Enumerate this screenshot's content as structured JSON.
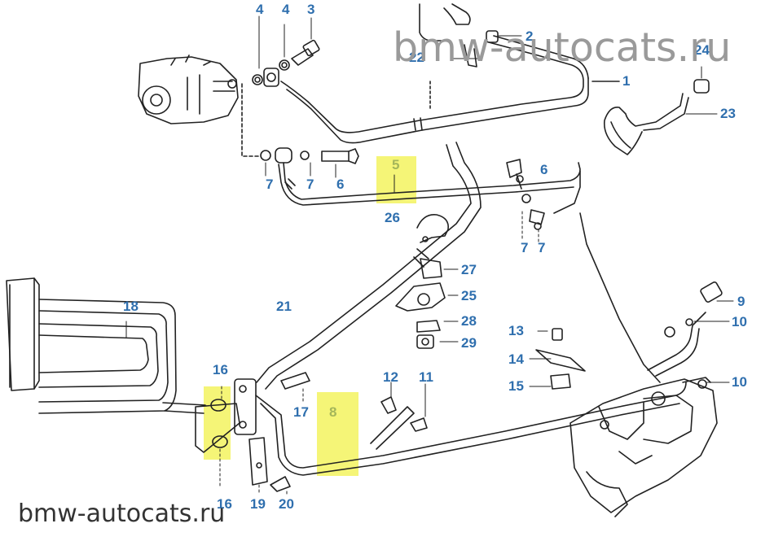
{
  "watermark": {
    "top": "bmw-autocats.ru",
    "bottom": "bmw-autocats.ru"
  },
  "colors": {
    "callout": "#2f6fae",
    "callout_highlighted": "#a4b65a",
    "highlight": "#f1f24a",
    "line": "#222222"
  },
  "callouts": [
    {
      "id": "c-4a",
      "label": "4"
    },
    {
      "id": "c-4b",
      "label": "4"
    },
    {
      "id": "c-3",
      "label": "3"
    },
    {
      "id": "c-2",
      "label": "2"
    },
    {
      "id": "c-22",
      "label": "22"
    },
    {
      "id": "c-24",
      "label": "24"
    },
    {
      "id": "c-1",
      "label": "1"
    },
    {
      "id": "c-23",
      "label": "23"
    },
    {
      "id": "c-5",
      "label": "5"
    },
    {
      "id": "c-6a",
      "label": "6"
    },
    {
      "id": "c-6b",
      "label": "6"
    },
    {
      "id": "c-7a",
      "label": "7"
    },
    {
      "id": "c-7b",
      "label": "7"
    },
    {
      "id": "c-7c",
      "label": "7"
    },
    {
      "id": "c-7d",
      "label": "7"
    },
    {
      "id": "c-26",
      "label": "26"
    },
    {
      "id": "c-27",
      "label": "27"
    },
    {
      "id": "c-25",
      "label": "25"
    },
    {
      "id": "c-28",
      "label": "28"
    },
    {
      "id": "c-29",
      "label": "29"
    },
    {
      "id": "c-18",
      "label": "18"
    },
    {
      "id": "c-21",
      "label": "21"
    },
    {
      "id": "c-9",
      "label": "9"
    },
    {
      "id": "c-10a",
      "label": "10"
    },
    {
      "id": "c-10b",
      "label": "10"
    },
    {
      "id": "c-13",
      "label": "13"
    },
    {
      "id": "c-14",
      "label": "14"
    },
    {
      "id": "c-15",
      "label": "15"
    },
    {
      "id": "c-16a",
      "label": "16"
    },
    {
      "id": "c-16b",
      "label": "16"
    },
    {
      "id": "c-12",
      "label": "12"
    },
    {
      "id": "c-11",
      "label": "11"
    },
    {
      "id": "c-17",
      "label": "17"
    },
    {
      "id": "c-8",
      "label": "8"
    },
    {
      "id": "c-19",
      "label": "19"
    },
    {
      "id": "c-20",
      "label": "20"
    }
  ]
}
